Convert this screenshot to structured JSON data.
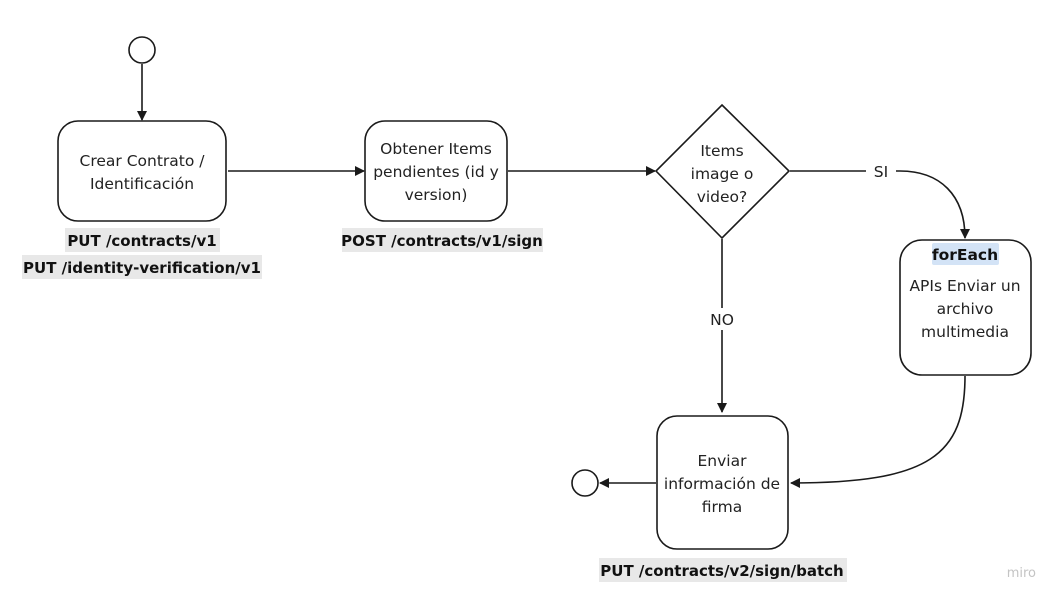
{
  "brand": "miro",
  "nodes": {
    "create_contract": {
      "lines": [
        "Crear Contrato /",
        "Identificación"
      ]
    },
    "get_items": {
      "lines": [
        "Obtener Items",
        "pendientes (id y",
        "version)"
      ]
    },
    "decision": {
      "lines": [
        "Items",
        "image o",
        "video?"
      ]
    },
    "foreach": {
      "header": "forEach",
      "lines": [
        "APIs Enviar un",
        "archivo",
        "multimedia"
      ]
    },
    "send_signature": {
      "lines": [
        "Enviar",
        "información de",
        "firma"
      ]
    }
  },
  "edge_labels": {
    "yes": "SI",
    "no": "NO"
  },
  "endpoints": {
    "create_contract": [
      "PUT /contracts/v1",
      "PUT /identity-verification/v1"
    ],
    "get_items": [
      "POST /contracts/v1/sign"
    ],
    "send_signature": [
      "PUT /contracts/v2/sign/batch"
    ]
  }
}
